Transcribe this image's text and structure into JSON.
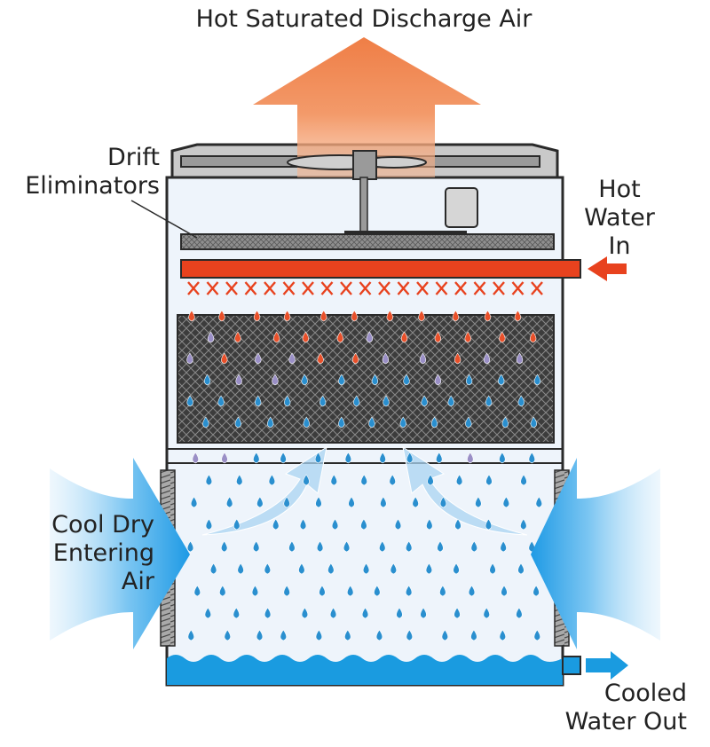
{
  "labels": {
    "discharge_air": "Hot Saturated Discharge Air",
    "drift_eliminators": [
      "Drift",
      "Eliminators"
    ],
    "hot_water_in": [
      "Hot",
      "Water",
      "In"
    ],
    "cool_dry_air": [
      "Cool Dry",
      "Entering",
      "Air"
    ],
    "cooled_water_out": [
      "Cooled",
      "Water Out"
    ]
  },
  "colors": {
    "outline": "#2a2a2a",
    "casing_fill": "#eef4fb",
    "discharge_arrow": "#f08a55",
    "hot_water_pipe": "#e8421e",
    "hot_drop": "#e8502a",
    "cool_drop": "#2a8fcf",
    "mixed_drop": "#9a8fc6",
    "inlet_air": "#3aa7e6",
    "basin_water": "#1a9be0",
    "fill_media": "#3c3c3c"
  }
}
